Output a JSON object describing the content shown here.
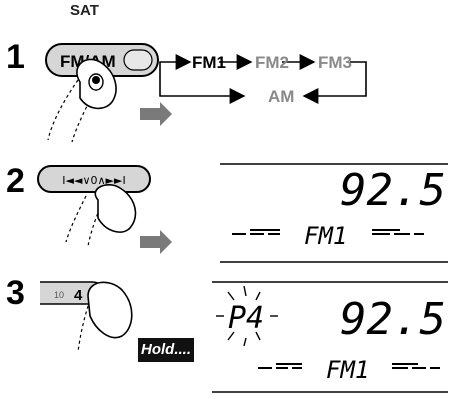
{
  "top_label": "SAT",
  "steps": [
    "1",
    "2",
    "3"
  ],
  "step1": {
    "button_label": "FM/AM",
    "cycle": [
      "FM1",
      "FM2",
      "FM3",
      "AM"
    ]
  },
  "step2": {
    "button_symbols": "I◄◄∨0∧►►I",
    "display_frequency": "92.5",
    "display_band": "FM1"
  },
  "step3": {
    "button_dim": "10",
    "button_num": "4",
    "hold_label": "Hold....",
    "display_preset": "P4",
    "display_frequency": "92.5",
    "display_band": "FM1"
  },
  "colors": {
    "highlight": "#000000",
    "dim": "#8a8a8a",
    "button_fill": "#d6d6d6",
    "arrow_gray": "#7a7a7a"
  }
}
